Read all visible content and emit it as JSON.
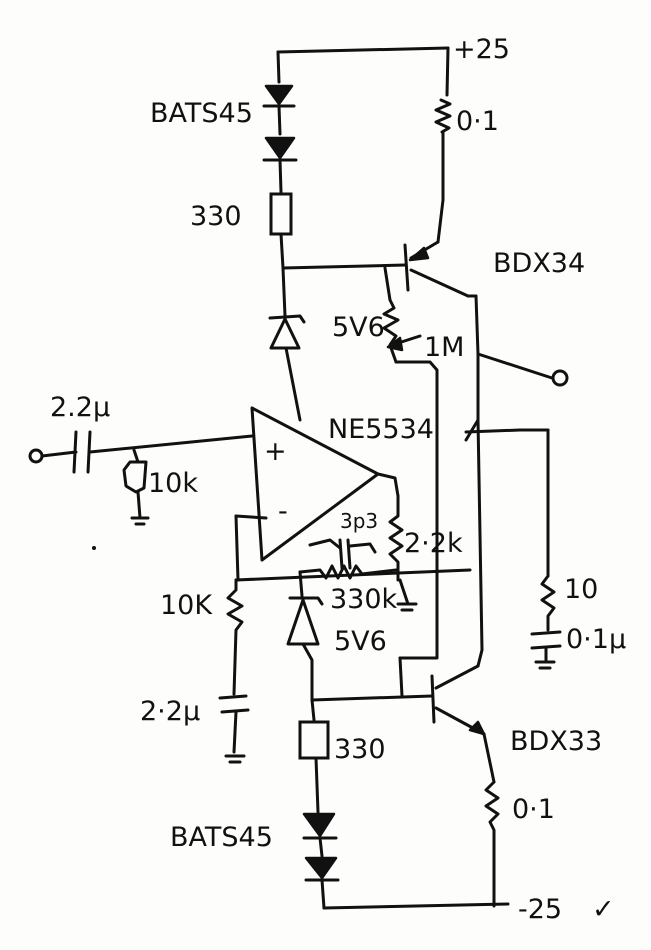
{
  "labels": {
    "pos_supply": "+25",
    "neg_supply": "-25",
    "neg_tick": "✓",
    "diode_top": "BATS45",
    "diode_bottom": "BATS45",
    "r_top_0_1": "0·1",
    "r_bottom_0_1": "0·1",
    "r_top_330": "330",
    "r_bottom_330": "330",
    "q_top": "BDX34",
    "q_bottom": "BDX33",
    "zener_top": "5V6",
    "zener_bottom": "5V6",
    "pot": "1M",
    "opamp": "NE5534",
    "cap_in": "2.2µ",
    "r_in": "10k",
    "cap_comp": "3p3",
    "r_2_2k": "2·2k",
    "r_fb": "330k",
    "r_gnd": "10K",
    "cap_gnd": "2·2µ",
    "r_zobel": "10",
    "cap_zobel": "0·1µ",
    "plus_sign": "+",
    "minus_sign": "-"
  }
}
